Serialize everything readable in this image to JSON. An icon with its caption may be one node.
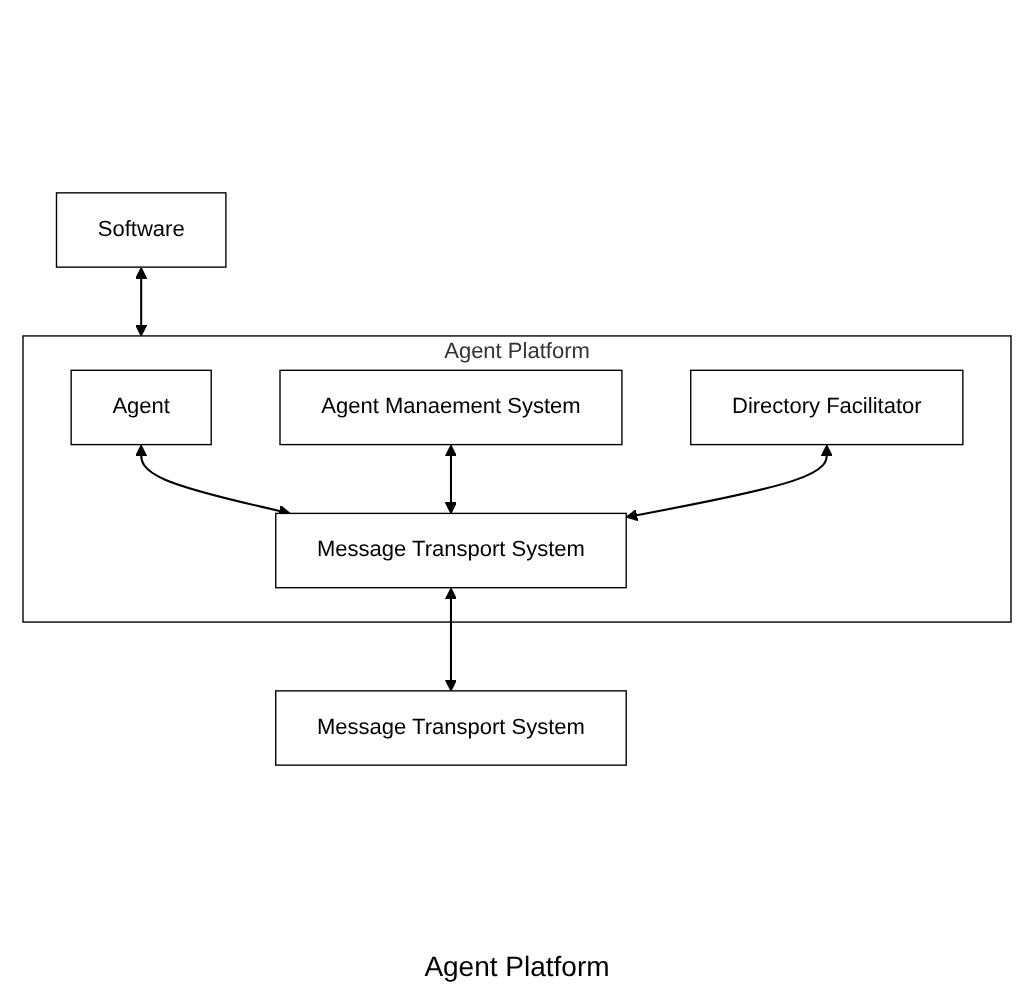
{
  "diagram": {
    "nodes": [
      {
        "text": [
          "Software"
        ]
      },
      {
        "text": [
          "Agent Platform"
        ]
      },
      {
        "text": [
          "Agent"
        ],
        "in": 1
      },
      {
        "text": [
          "Agent Manaement System"
        ],
        "in": 1
      },
      {
        "text": [
          "Directory Facilitator"
        ],
        "in": 1
      },
      {
        "text": [
          "Message Transport System"
        ],
        "in": 1
      },
      {
        "text": [
          "Message Transport System"
        ]
      }
    ],
    "edges": [
      {
        "from": 0,
        "to": 1,
        "arrow": "both"
      },
      {
        "from": 2,
        "to": 5,
        "arrow": "both"
      },
      {
        "from": 3,
        "to": 5,
        "arrow": "both"
      },
      {
        "from": 4,
        "to": 5,
        "arrow": "both"
      },
      {
        "from": 5,
        "to": 6,
        "arrow": "both"
      }
    ],
    "labels": [
      "Agent Platform"
    ]
  }
}
